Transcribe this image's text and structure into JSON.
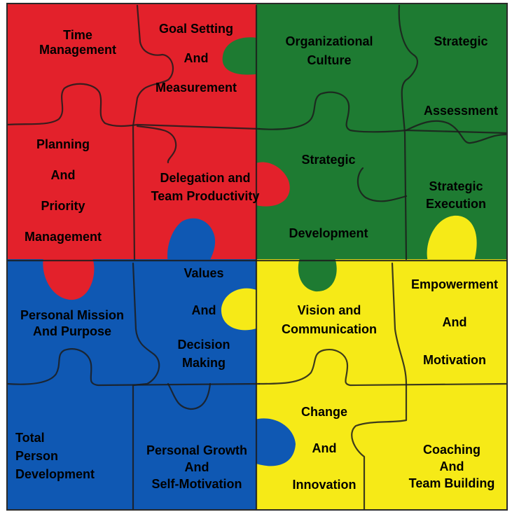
{
  "colors": {
    "red": "#e3212b",
    "green": "#1e7b32",
    "blue": "#0f58b3",
    "yellow": "#f6ea17"
  },
  "pieces": {
    "time_management": {
      "line1": "Time",
      "line2": "Management"
    },
    "goal_setting": {
      "line1": "Goal Setting",
      "line2": "And",
      "line3": "Measurement"
    },
    "organizational_culture": {
      "line1": "Organizational",
      "line2": "Culture"
    },
    "strategic_assessment": {
      "line1": "Strategic",
      "line2": "Assessment"
    },
    "planning": {
      "line1": "Planning",
      "line2": "And",
      "line3": "Priority",
      "line4": "Management"
    },
    "delegation": {
      "line1": "Delegation and",
      "line2": "Team Productivity"
    },
    "strategic_development": {
      "line1": "Strategic",
      "line2": "Development"
    },
    "strategic_execution": {
      "line1": "Strategic",
      "line2": "Execution"
    },
    "personal_mission": {
      "line1": "Personal Mission",
      "line2": "And Purpose"
    },
    "values": {
      "line1": "Values",
      "line2": "And",
      "line3": "Decision",
      "line4": "Making"
    },
    "vision": {
      "line1": "Vision and",
      "line2": "Communication"
    },
    "empowerment": {
      "line1": "Empowerment",
      "line2": "And",
      "line3": "Motivation"
    },
    "total_person": {
      "line1": "Total",
      "line2": "Person",
      "line3": "Development"
    },
    "personal_growth": {
      "line1": "Personal Growth",
      "line2": "And",
      "line3": "Self-Motivation"
    },
    "change": {
      "line1": "Change",
      "line2": "And",
      "line3": "Innovation"
    },
    "coaching": {
      "line1": "Coaching",
      "line2": "And",
      "line3": "Team Building"
    }
  }
}
